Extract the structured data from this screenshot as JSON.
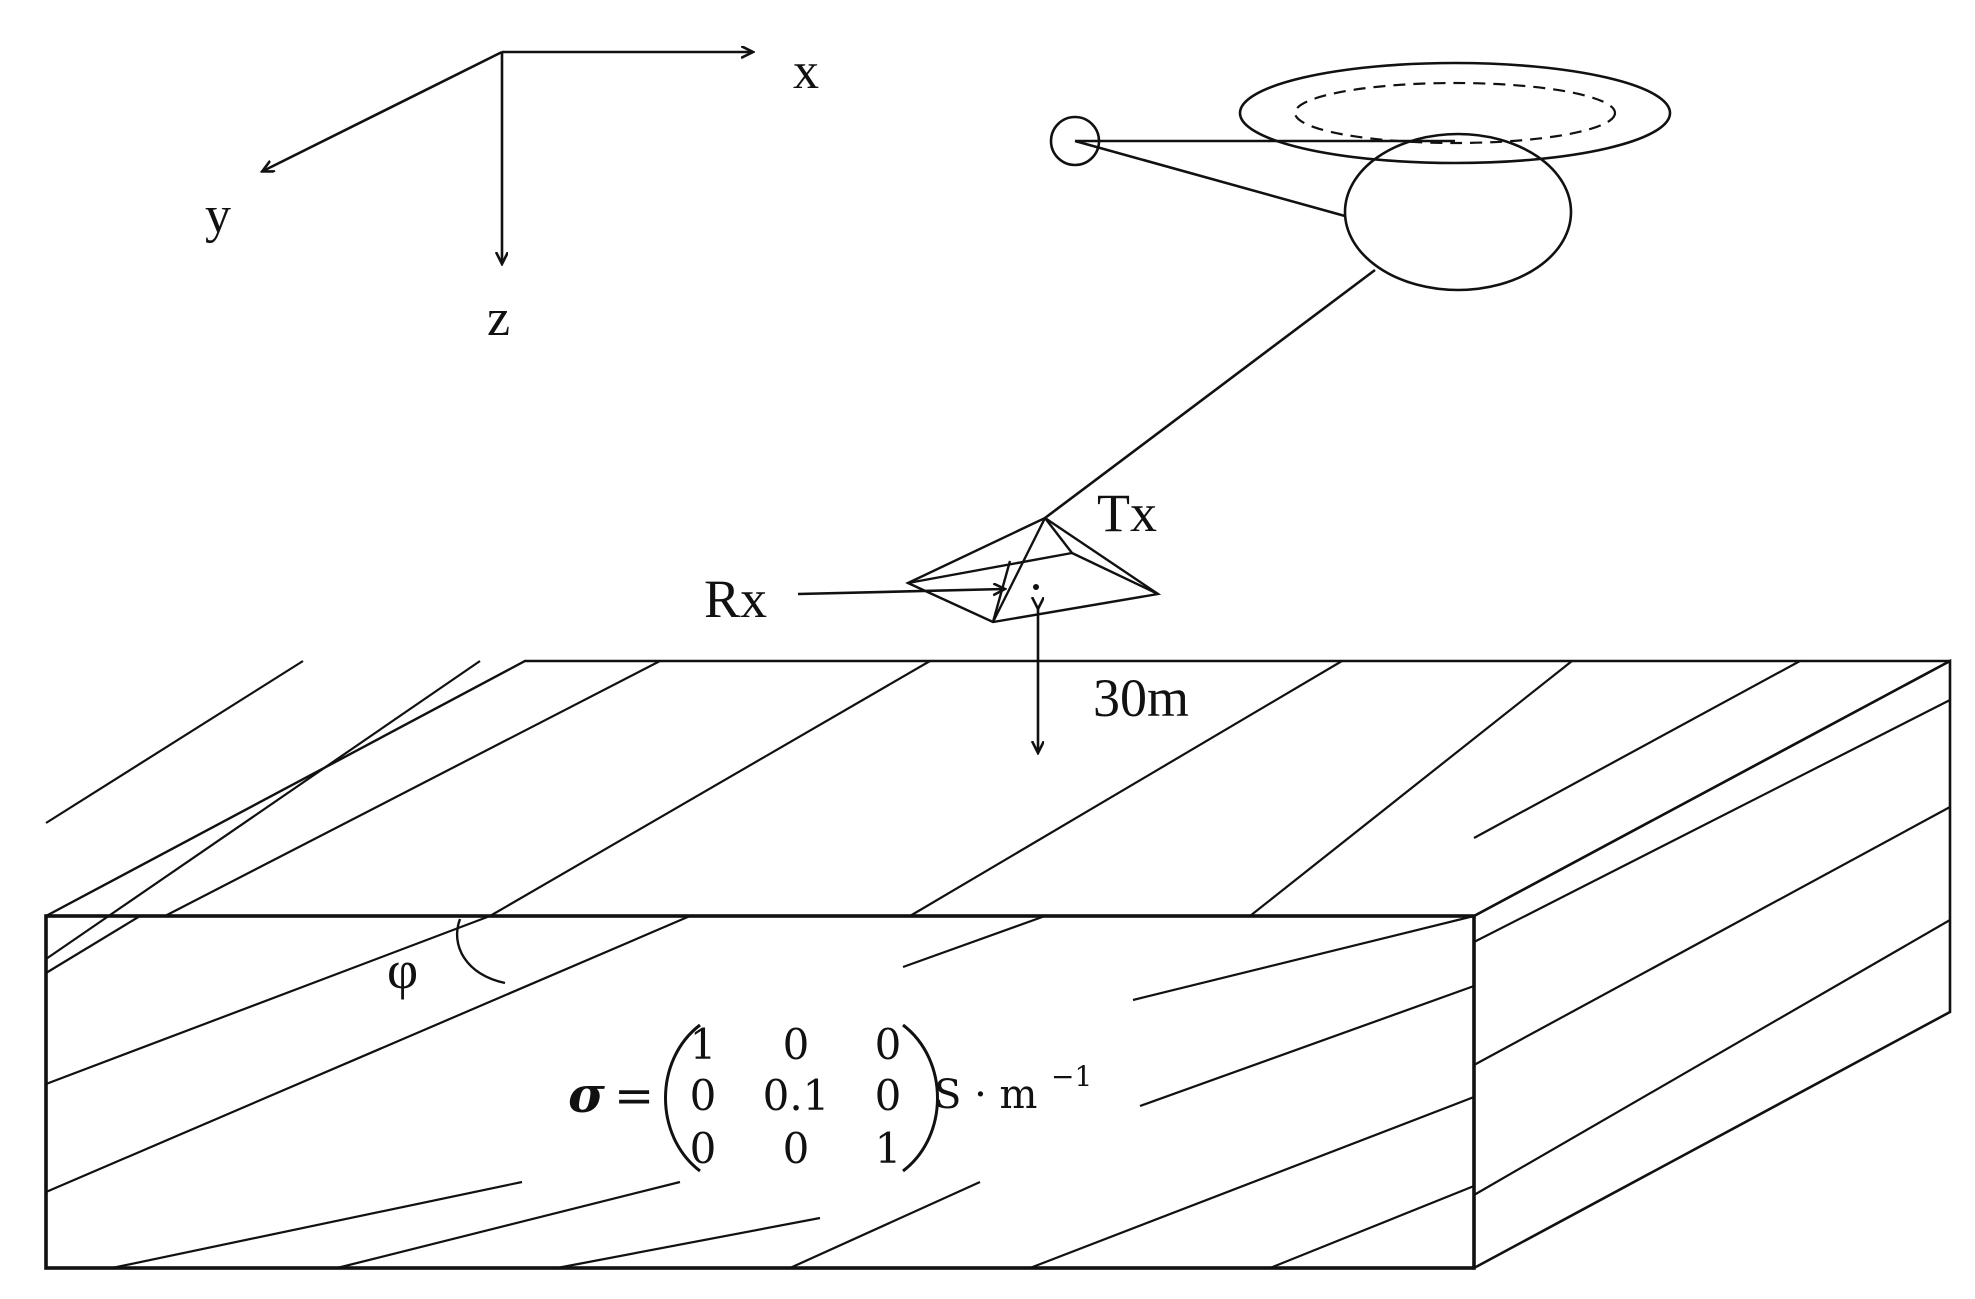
{
  "axes": {
    "x_label": "x",
    "y_label": "y",
    "z_label": "z"
  },
  "labels": {
    "tx": "Tx",
    "rx": "Rx",
    "height": "30m",
    "angle": "φ"
  },
  "tensor": {
    "symbol": "σ",
    "equals": "=",
    "rows": [
      [
        "1",
        "0",
        "0"
      ],
      [
        "0",
        "0.1",
        "0"
      ],
      [
        "0",
        "0",
        "1"
      ]
    ],
    "unit_base": "S · m",
    "unit_exponent": "−1"
  },
  "colors": {
    "ink": "#111111",
    "background": "#ffffff"
  }
}
